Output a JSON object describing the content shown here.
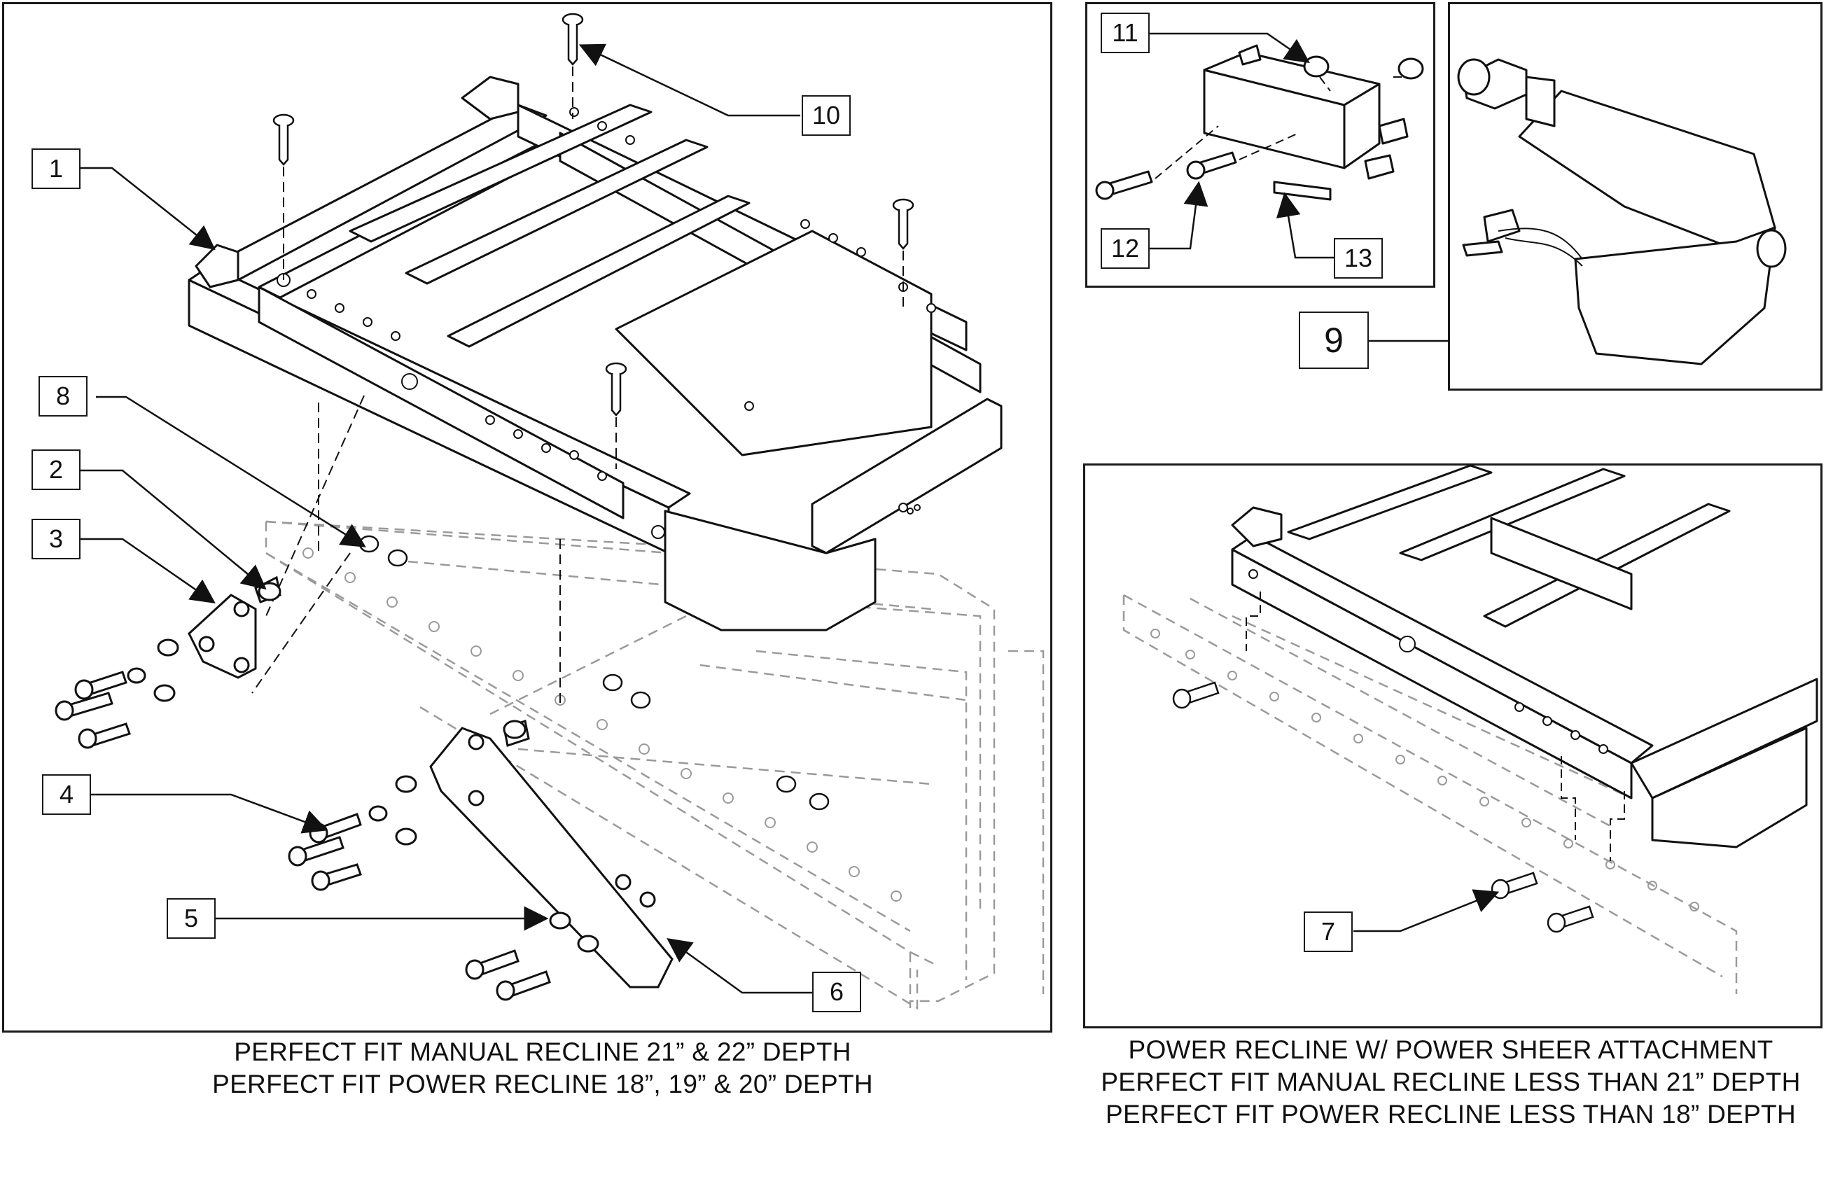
{
  "callouts": {
    "c1": "1",
    "c2": "2",
    "c3": "3",
    "c4": "4",
    "c5": "5",
    "c6": "6",
    "c7": "7",
    "c8": "8",
    "c9": "9",
    "c10": "10",
    "c11": "11",
    "c12": "12",
    "c13": "13"
  },
  "captions": {
    "left_line1": "PERFECT FIT MANUAL RECLINE 21” & 22” DEPTH",
    "left_line2": "PERFECT FIT POWER RECLINE 18”, 19” & 20” DEPTH",
    "right_line1": "POWER RECLINE W/ POWER SHEER ATTACHMENT",
    "right_line2": "PERFECT FIT MANUAL RECLINE LESS THAN 21” DEPTH",
    "right_line3": "PERFECT FIT POWER RECLINE LESS THAN 18” DEPTH"
  }
}
